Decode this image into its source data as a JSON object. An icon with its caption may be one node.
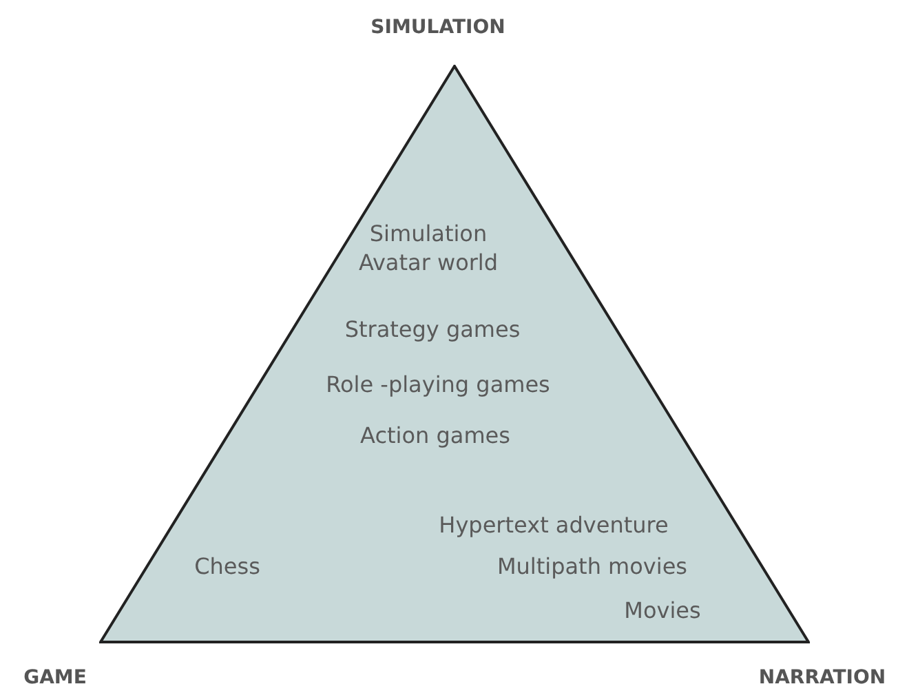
{
  "diagram": {
    "nodes": [
      {
        "text": [
          "Simulation Avatar world",
          "Strategy games",
          "Role -playing games",
          "Action games",
          "Hypertext adventure",
          "Chess",
          "Multipath movies",
          "Movies"
        ]
      }
    ],
    "edges": [],
    "labels": [
      "SIMULATION",
      "GAME",
      "NARRATION"
    ]
  }
}
